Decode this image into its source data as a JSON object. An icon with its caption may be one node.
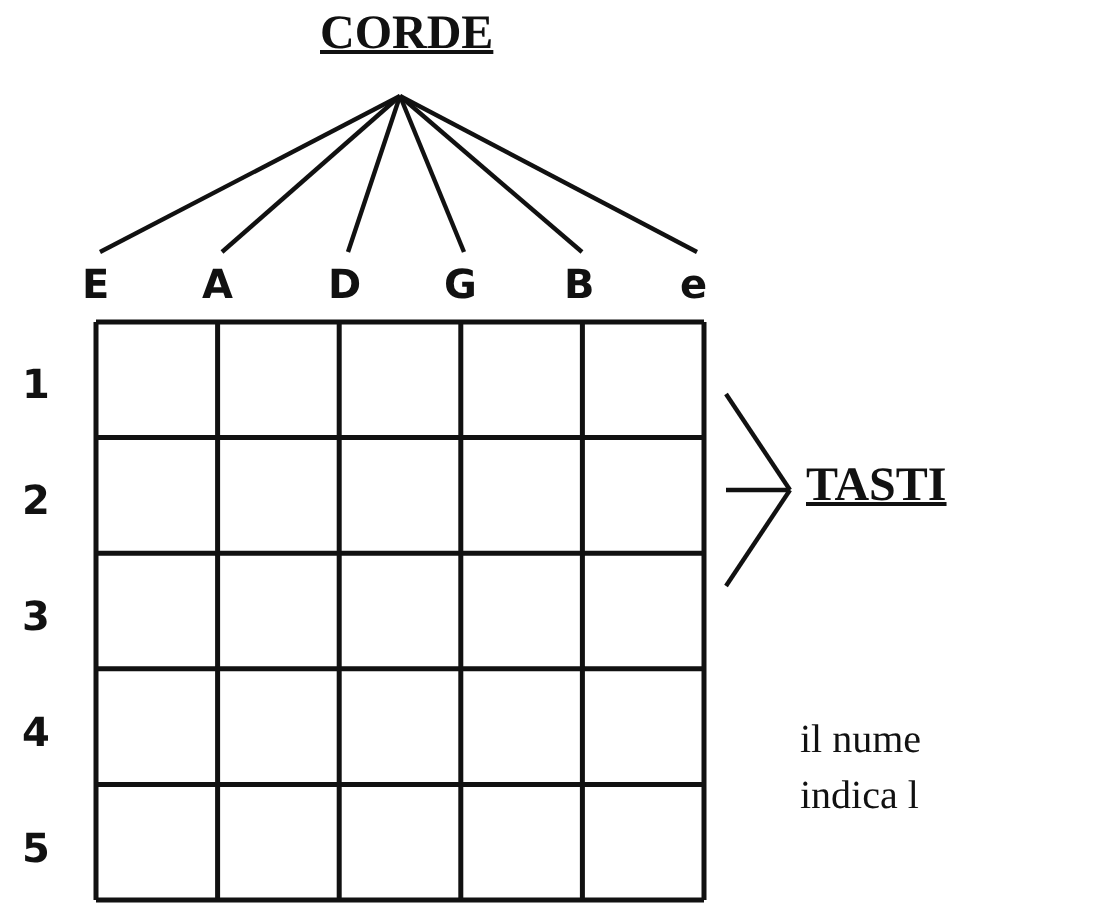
{
  "diagram": {
    "nodes": [
      {
        "text": [
          "CORDE"
        ]
      },
      {
        "text": [
          "E"
        ]
      },
      {
        "text": [
          "A"
        ]
      },
      {
        "text": [
          "D"
        ]
      },
      {
        "text": [
          "G"
        ]
      },
      {
        "text": [
          "B"
        ]
      },
      {
        "text": [
          "e"
        ]
      },
      {
        "text": [
          "TASTI"
        ]
      }
    ],
    "edges": [
      {
        "from": 0,
        "to": 1,
        "arrow": "none"
      },
      {
        "from": 0,
        "to": 2,
        "arrow": "none"
      },
      {
        "from": 0,
        "to": 3,
        "arrow": "none"
      },
      {
        "from": 0,
        "to": 4,
        "arrow": "none"
      },
      {
        "from": 0,
        "to": 5,
        "arrow": "none"
      },
      {
        "from": 0,
        "to": 6,
        "arrow": "none"
      },
      {
        "from": 7,
        "to": null,
        "arrow": "none"
      },
      {
        "from": 7,
        "to": null,
        "arrow": "none"
      },
      {
        "from": 7,
        "to": null,
        "arrow": "none"
      }
    ],
    "labels": [
      "1",
      "2",
      "3",
      "4",
      "5",
      "il nume indica l"
    ]
  }
}
